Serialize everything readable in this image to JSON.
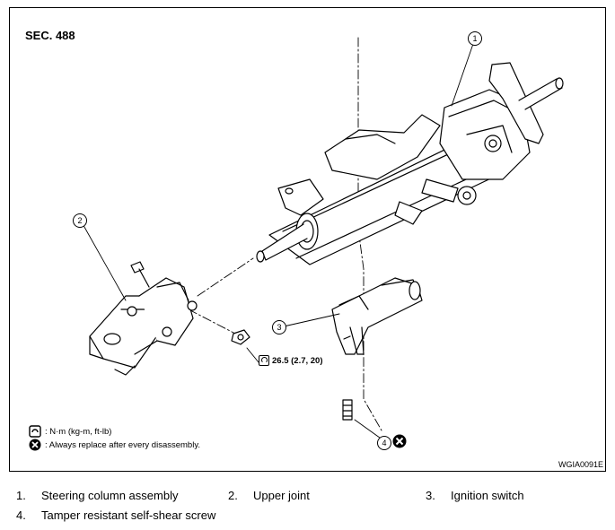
{
  "figure": {
    "section": "SEC. 488",
    "code": "WGIA0091E",
    "torque_spec": "26.5 (2.7, 20)",
    "callouts": [
      "1",
      "2",
      "3",
      "4"
    ],
    "legend": [
      {
        "icon": "torque-wrench-icon",
        "text": ": N·m (kg-m, ft-lb)"
      },
      {
        "icon": "replace-x-icon",
        "text": ": Always replace after every disassembly."
      }
    ]
  },
  "parts_list": [
    {
      "num": "1.",
      "name": "Steering column assembly"
    },
    {
      "num": "2.",
      "name": "Upper joint"
    },
    {
      "num": "3.",
      "name": "Ignition switch"
    },
    {
      "num": "4.",
      "name": "Tamper resistant self-shear screw"
    }
  ]
}
